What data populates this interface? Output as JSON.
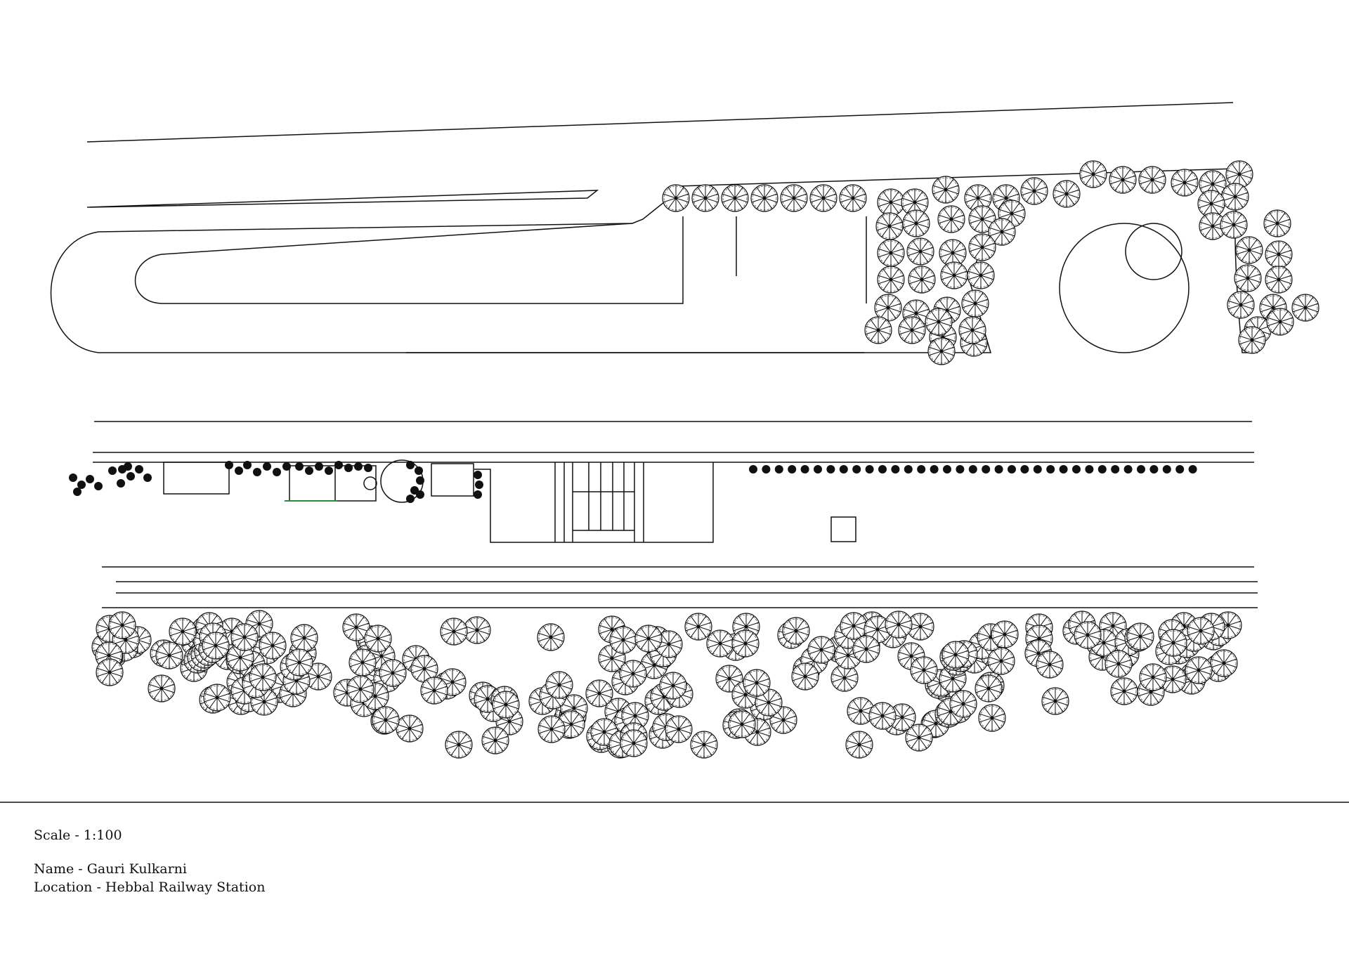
{
  "title_block": {
    "scale": "Scale - 1:100",
    "name": "Name - Gauri Kulkarni",
    "location": "Location - Hebbal Railway Station"
  },
  "colors": {
    "line": "#111111",
    "background": "#ffffff",
    "accent_green": "#2e8b3a"
  },
  "symbols": [
    "tree-canopy-icon",
    "shrub-icon"
  ]
}
